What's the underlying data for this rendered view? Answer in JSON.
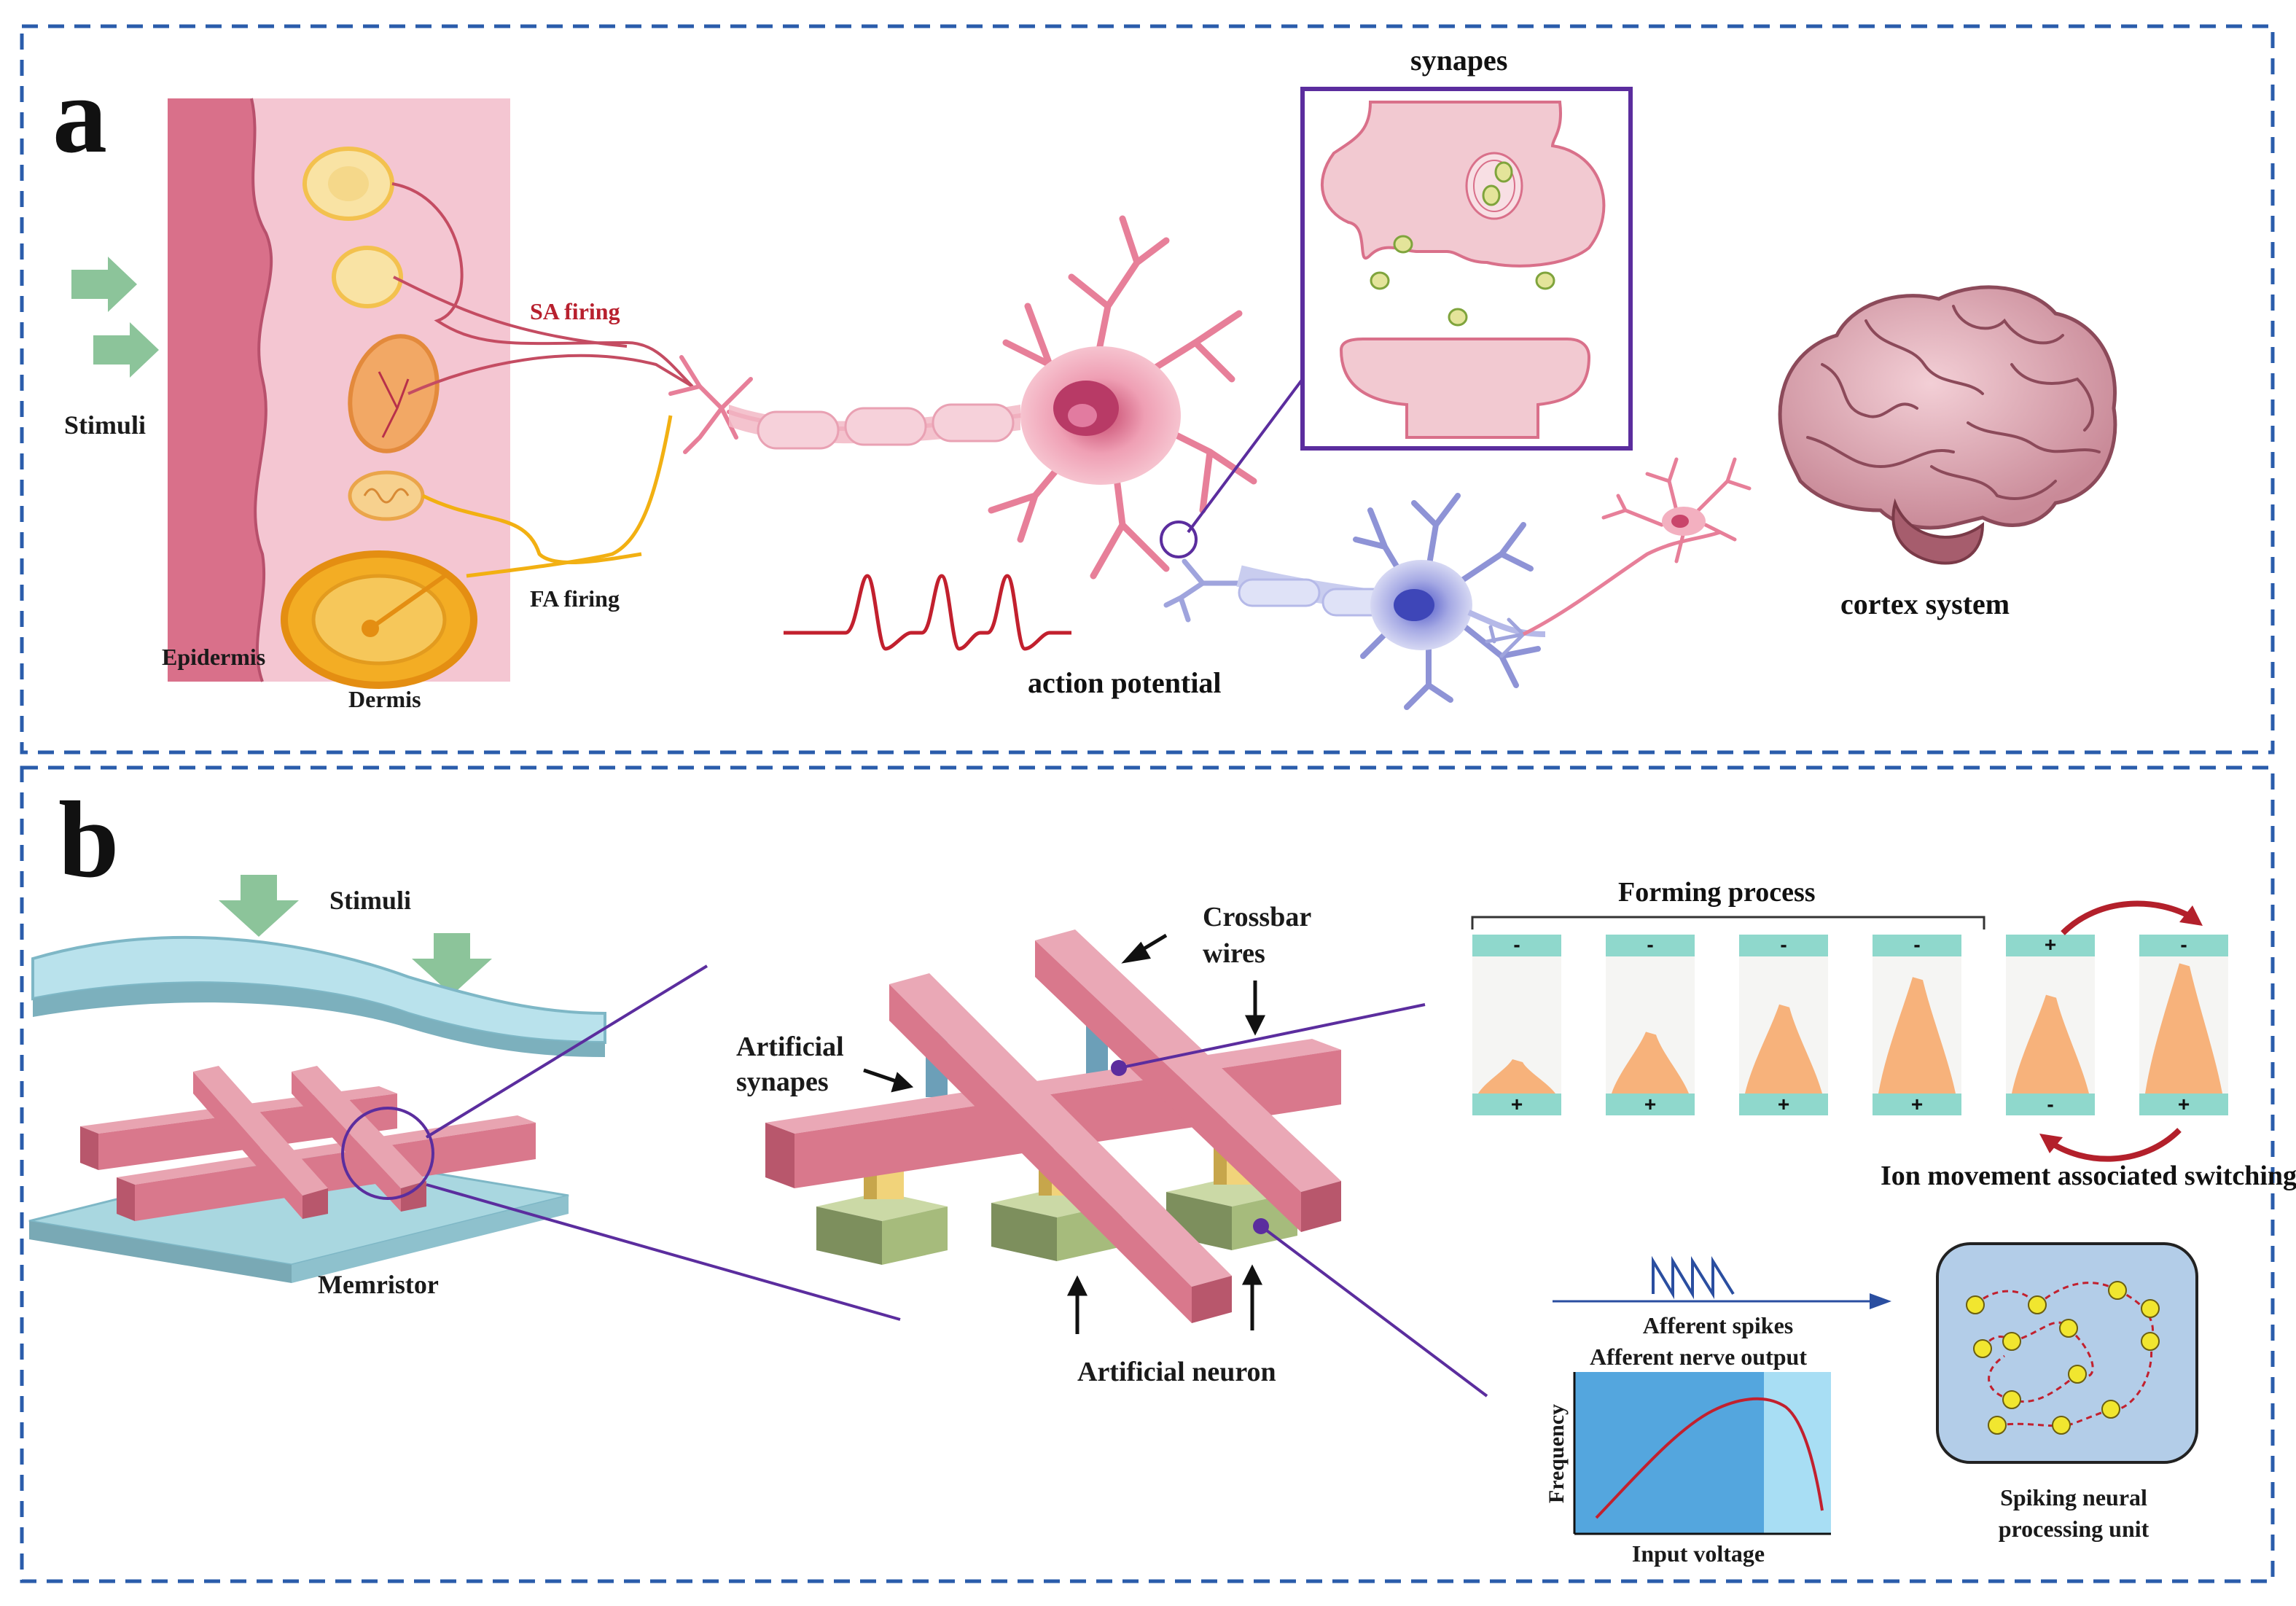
{
  "colors": {
    "frame": "#2a5cab",
    "skin_dark": "#d9708a",
    "skin_light": "#f4c6d2",
    "neuron_pink": "#e77f99",
    "neuron_blue": "#8e93d6",
    "arrow_green": "#8cc49a",
    "purple": "#5b2d9e",
    "bar_pink": "#d9788c",
    "substrate_blue": "#9fd1dc",
    "ion_orange": "#f7b27b",
    "electrode_teal": "#8fd8cc",
    "plot_blue": "#54a6de",
    "curve_red": "#c2202e",
    "snn_bg": "#b3cde8",
    "node_yellow": "#f1e62f"
  },
  "panel_a": {
    "letter": "a",
    "stimuli": "Stimuli",
    "epidermis": "Epidermis",
    "dermis": "Dermis",
    "sa_firing": "SA firing",
    "fa_firing": "FA firing",
    "synapses": "synapes",
    "action_potential": "action potential",
    "cortex": "cortex system"
  },
  "panel_b": {
    "letter": "b",
    "stimuli": "Stimuli",
    "memristor": "Memristor",
    "crossbar_line1": "Crossbar",
    "crossbar_line2": "wires",
    "synapses_line1": "Artificial",
    "synapses_line2": "synapes",
    "artificial_neuron": "Artificial neuron",
    "forming_process": "Forming process",
    "ion_switching": "Ion movement associated switching",
    "afferent_spikes": "Afferent spikes",
    "afferent_output": "Afferent nerve output",
    "frequency_label": "Frequency",
    "input_voltage": "Input voltage",
    "snn_line1": "Spiking neural",
    "snn_line2": "processing unit",
    "cells": [
      {
        "top": "-",
        "bottom": "+"
      },
      {
        "top": "-",
        "bottom": "+"
      },
      {
        "top": "-",
        "bottom": "+"
      },
      {
        "top": "-",
        "bottom": "+"
      },
      {
        "top": "+",
        "bottom": "-"
      },
      {
        "top": "-",
        "bottom": "+"
      }
    ],
    "filament_levels": [
      0.25,
      0.45,
      0.65,
      0.85,
      0.72,
      0.95
    ]
  }
}
